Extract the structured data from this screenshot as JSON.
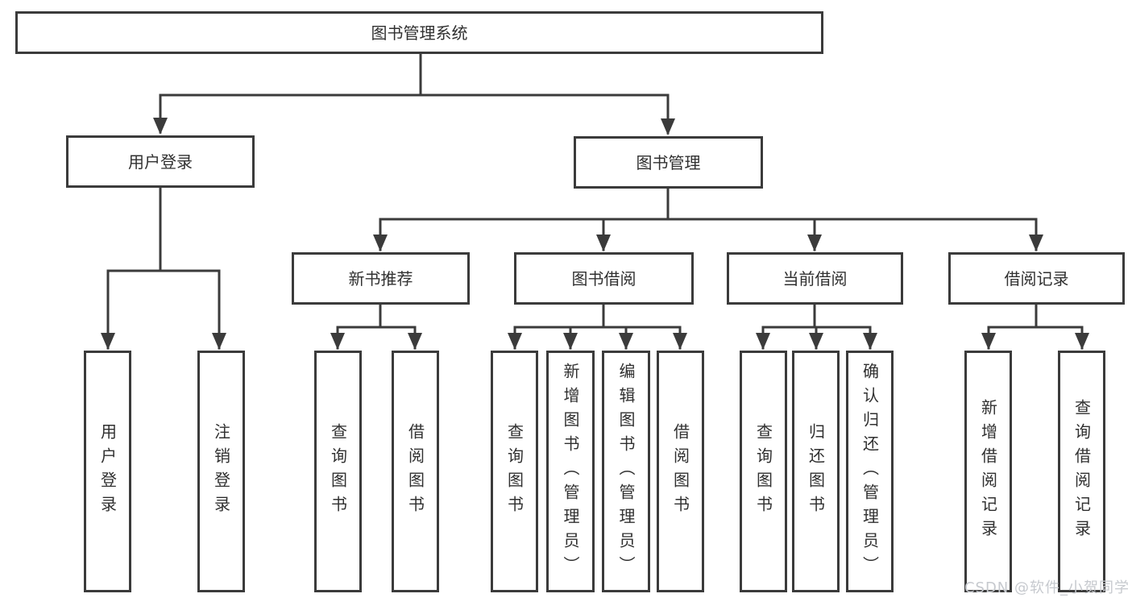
{
  "diagram": {
    "root": {
      "label": "图书管理系统"
    },
    "branches": [
      {
        "label": "用户登录",
        "children": [
          {
            "label": "用户登录"
          },
          {
            "label": "注销登录"
          }
        ]
      },
      {
        "label": "图书管理",
        "children": [
          {
            "label": "新书推荐",
            "children": [
              {
                "label": "查询图书"
              },
              {
                "label": "借阅图书"
              }
            ]
          },
          {
            "label": "图书借阅",
            "children": [
              {
                "label": "查询图书"
              },
              {
                "label": "新增图书（管理员）"
              },
              {
                "label": "编辑图书（管理员）"
              },
              {
                "label": "借阅图书"
              }
            ]
          },
          {
            "label": "当前借阅",
            "children": [
              {
                "label": "查询图书"
              },
              {
                "label": "归还图书"
              },
              {
                "label": "确认归还（管理员）"
              }
            ]
          },
          {
            "label": "借阅记录",
            "children": [
              {
                "label": "新增借阅记录"
              },
              {
                "label": "查询借阅记录"
              }
            ]
          }
        ]
      }
    ],
    "watermark": "CSDN @软件_小贺同学",
    "colors": {
      "line": "#3b3b3b",
      "text": "#303030",
      "box_bg": "#ffffff",
      "watermark": "#c6c9ce"
    }
  }
}
